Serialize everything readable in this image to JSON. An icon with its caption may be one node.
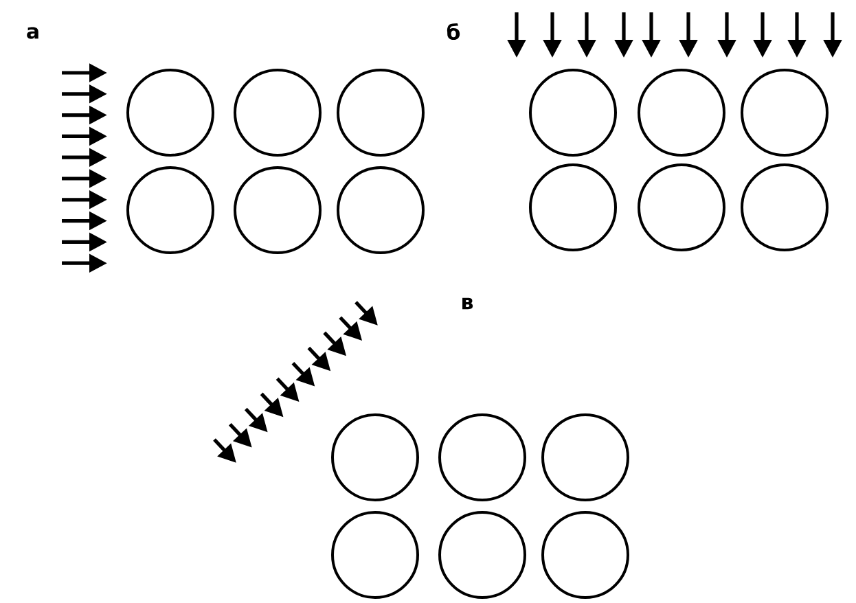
{
  "diagram": {
    "nodes": [
      {
        "text": [],
        "shape": "circle"
      },
      {
        "text": [],
        "shape": "circle"
      },
      {
        "text": [],
        "shape": "circle"
      },
      {
        "text": [],
        "shape": "circle"
      },
      {
        "text": [],
        "shape": "circle"
      },
      {
        "text": [],
        "shape": "circle"
      },
      {
        "text": [],
        "shape": "circle"
      },
      {
        "text": [],
        "shape": "circle"
      },
      {
        "text": [],
        "shape": "circle"
      },
      {
        "text": [],
        "shape": "circle"
      },
      {
        "text": [],
        "shape": "circle"
      },
      {
        "text": [],
        "shape": "circle"
      },
      {
        "text": [],
        "shape": "circle"
      },
      {
        "text": [],
        "shape": "circle"
      },
      {
        "text": [],
        "shape": "circle"
      },
      {
        "text": [],
        "shape": "circle"
      },
      {
        "text": [],
        "shape": "circle"
      },
      {
        "text": [],
        "shape": "circle"
      }
    ],
    "labels": [
      "а",
      "б",
      "в"
    ]
  }
}
